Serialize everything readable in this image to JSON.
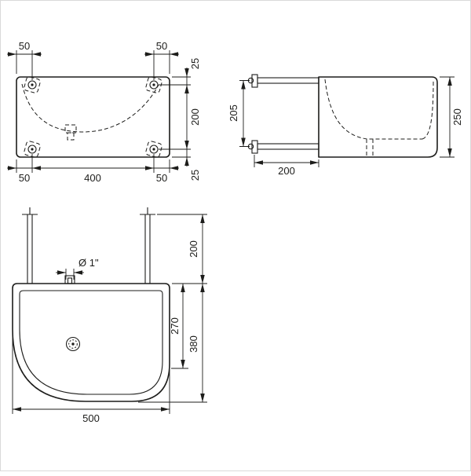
{
  "drawing": {
    "line_color": "#1d1d1b",
    "background": "#ffffff",
    "views": {
      "rear": {
        "dims": {
          "top_left": "50",
          "top_right": "50",
          "right_top": "25",
          "right_middle": "200",
          "right_bottom": "25",
          "bottom_left": "50",
          "bottom_middle": "400",
          "bottom_right": "50"
        }
      },
      "side": {
        "dims": {
          "bracket_spacing": "205",
          "overall_height": "250",
          "bracket_length": "200"
        }
      },
      "plan": {
        "dims": {
          "bracket_length": "200",
          "tap_hole": "Ø 1\"",
          "bowl_depth": "270",
          "overall_depth": "380",
          "overall_width": "500"
        }
      }
    }
  }
}
